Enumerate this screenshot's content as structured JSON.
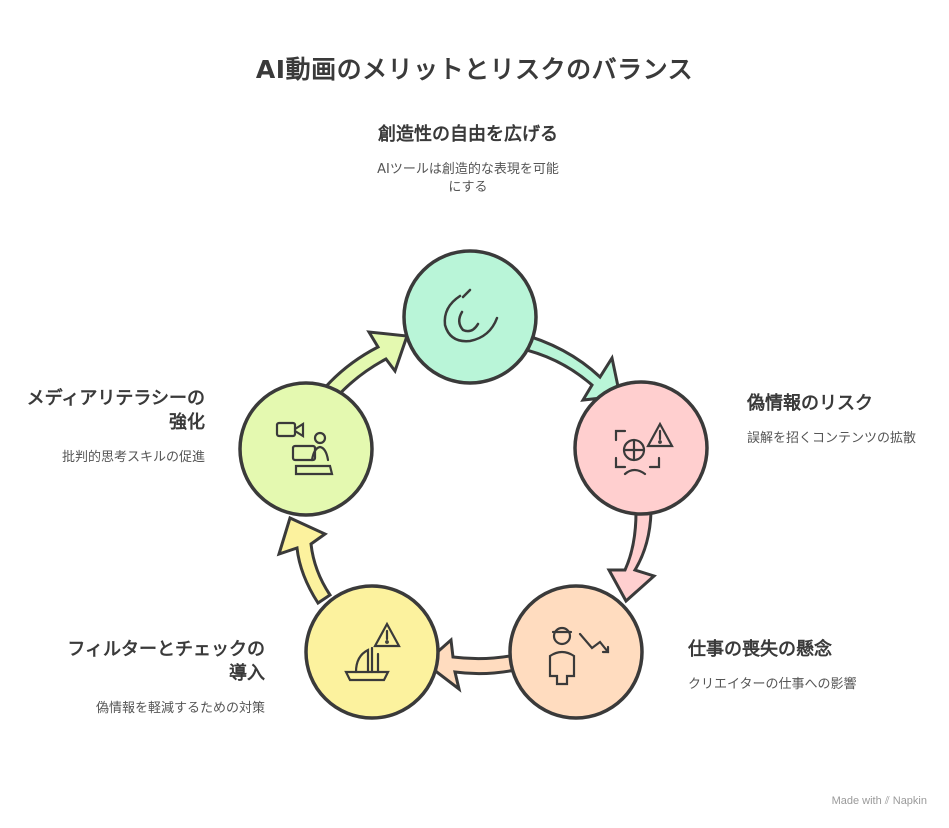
{
  "title": "AI動画のメリットとリスクのバランス",
  "nodes": [
    {
      "id": "creativity",
      "title": "創造性の自由を広げる",
      "description": "AIツールは創造的な表現を可能にする",
      "icon": "creative-swirl-icon",
      "fill": "#b9f5d8"
    },
    {
      "id": "misinfo",
      "title": "偽情報のリスク",
      "description": "誤解を招くコンテンツの拡散",
      "icon": "warning-face-icon",
      "fill": "#ffcfcf"
    },
    {
      "id": "jobs",
      "title": "仕事の喪失の懸念",
      "description": "クリエイターの仕事への影響",
      "icon": "worker-decline-icon",
      "fill": "#ffdcbf"
    },
    {
      "id": "filter",
      "title": "フィルターとチェックの導入",
      "description": "偽情報を軽減するための対策",
      "icon": "ship-warning-icon",
      "fill": "#fcf29e"
    },
    {
      "id": "literacy",
      "title": "メディアリテラシーの強化",
      "description": "批判的思考スキルの促進",
      "icon": "video-learning-icon",
      "fill": "#e4f9b0"
    }
  ],
  "footer": {
    "made_with": "Made with",
    "brand": "Napkin"
  }
}
